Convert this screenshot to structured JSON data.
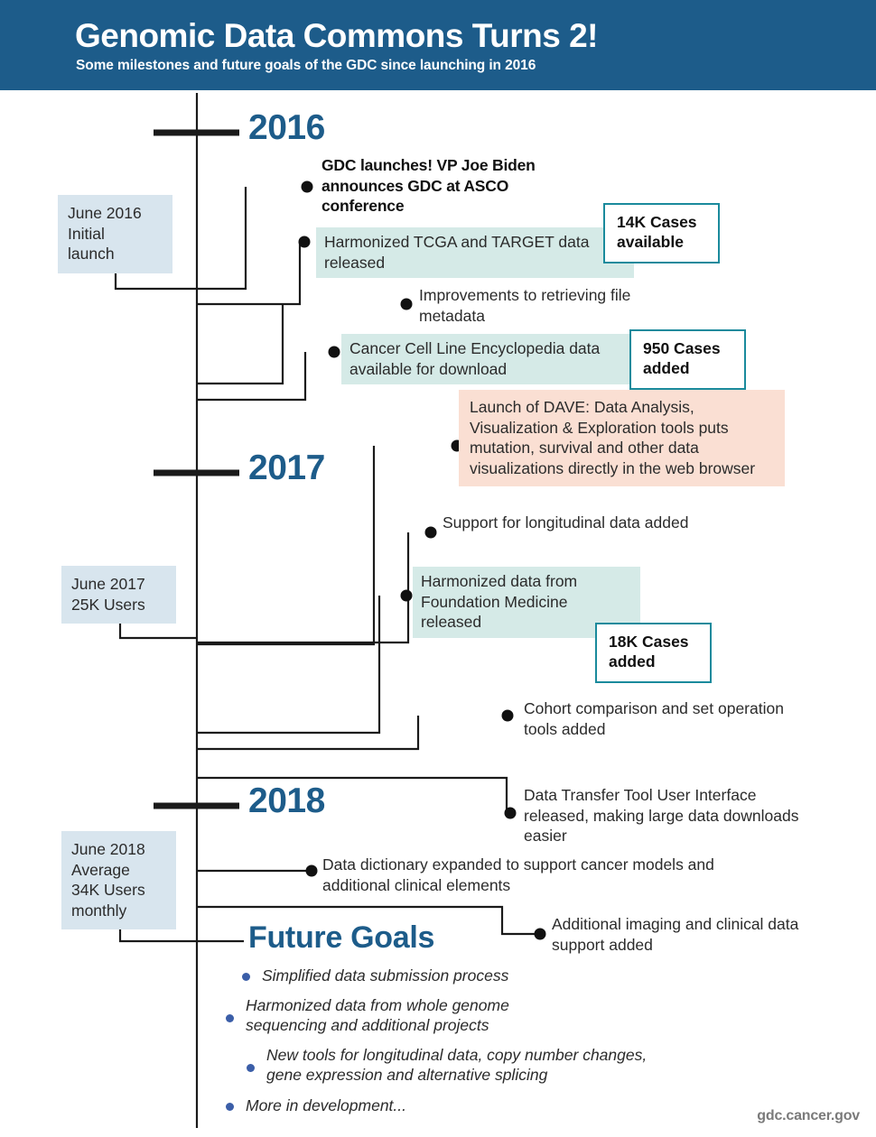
{
  "header": {
    "title": "Genomic Data Commons Turns 2!",
    "subtitle": "Some milestones and future goals of the GDC since launching in 2016",
    "background_color": "#1d5c8a"
  },
  "colors": {
    "brand_blue": "#1d5c8a",
    "note_blue": "#d8e5ee",
    "highlight_teal": "#d5eae7",
    "highlight_peach": "#fadfd3",
    "callout_border": "#1a8a9c",
    "bullet_blue": "#3b5ea8",
    "line": "#1a1a1a",
    "footer_gray": "#7a7a7a"
  },
  "timeline": {
    "years": [
      {
        "label": "2016"
      },
      {
        "label": "2017"
      },
      {
        "label": "2018"
      }
    ],
    "future_goals_heading": "Future Goals"
  },
  "side_notes": [
    {
      "id": "june-2016",
      "text": "June 2016\nInitial\nlaunch"
    },
    {
      "id": "june-2017",
      "text": "June 2017\n25K Users"
    },
    {
      "id": "june-2018",
      "text": "June 2018\nAverage\n34K Users\nmonthly"
    }
  ],
  "events": [
    {
      "id": "gdc-launch",
      "text": "GDC launches! VP Joe Biden announces GDC at ASCO conference",
      "style": "bold",
      "year": "2016"
    },
    {
      "id": "harmonized-tcga-target",
      "text": "Harmonized TCGA and TARGET data released",
      "style": "highlight-teal",
      "year": "2016"
    },
    {
      "id": "improvements-metadata",
      "text": "Improvements to retrieving file metadata",
      "style": "plain",
      "year": "2016"
    },
    {
      "id": "ccle-download",
      "text": "Cancer Cell Line Encyclopedia data available for download",
      "style": "highlight-teal",
      "year": "2016"
    },
    {
      "id": "dave-launch",
      "text": "Launch of DAVE: Data Analysis, Visualization & Exploration tools puts mutation, survival and other data visualizations directly in the web browser",
      "style": "highlight-peach",
      "year": "2017"
    },
    {
      "id": "longitudinal-support",
      "text": "Support for longitudinal data added",
      "style": "plain",
      "year": "2017"
    },
    {
      "id": "foundation-medicine",
      "text": "Harmonized data from Foundation Medicine released",
      "style": "highlight-teal",
      "year": "2017"
    },
    {
      "id": "cohort-comparison",
      "text": "Cohort comparison and set operation tools added",
      "style": "plain",
      "year": "2017"
    },
    {
      "id": "data-transfer-tool",
      "text": "Data Transfer Tool User Interface released, making large data downloads easier",
      "style": "plain",
      "year": "2018"
    },
    {
      "id": "data-dictionary",
      "text": "Data dictionary expanded to support cancer models and additional clinical elements",
      "style": "plain",
      "year": "2018"
    },
    {
      "id": "imaging-clinical",
      "text": "Additional imaging and clinical data support added",
      "style": "plain",
      "year": "2018"
    }
  ],
  "case_callouts": [
    {
      "id": "14k-cases",
      "text": "14K Cases\navailable"
    },
    {
      "id": "950-cases",
      "text": "950 Cases\nadded"
    },
    {
      "id": "18k-cases",
      "text": "18K Cases\nadded"
    }
  ],
  "future_goals": [
    {
      "id": "simplified-submission",
      "text": "Simplified data submission process"
    },
    {
      "id": "whole-genome",
      "text": "Harmonized data from whole genome\nsequencing and additional projects"
    },
    {
      "id": "new-tools",
      "text": "New tools for longitudinal data, copy number changes,\ngene expression and alternative splicing"
    },
    {
      "id": "more-dev",
      "text": "More in development..."
    }
  ],
  "footer": {
    "url": "gdc.cancer.gov"
  }
}
